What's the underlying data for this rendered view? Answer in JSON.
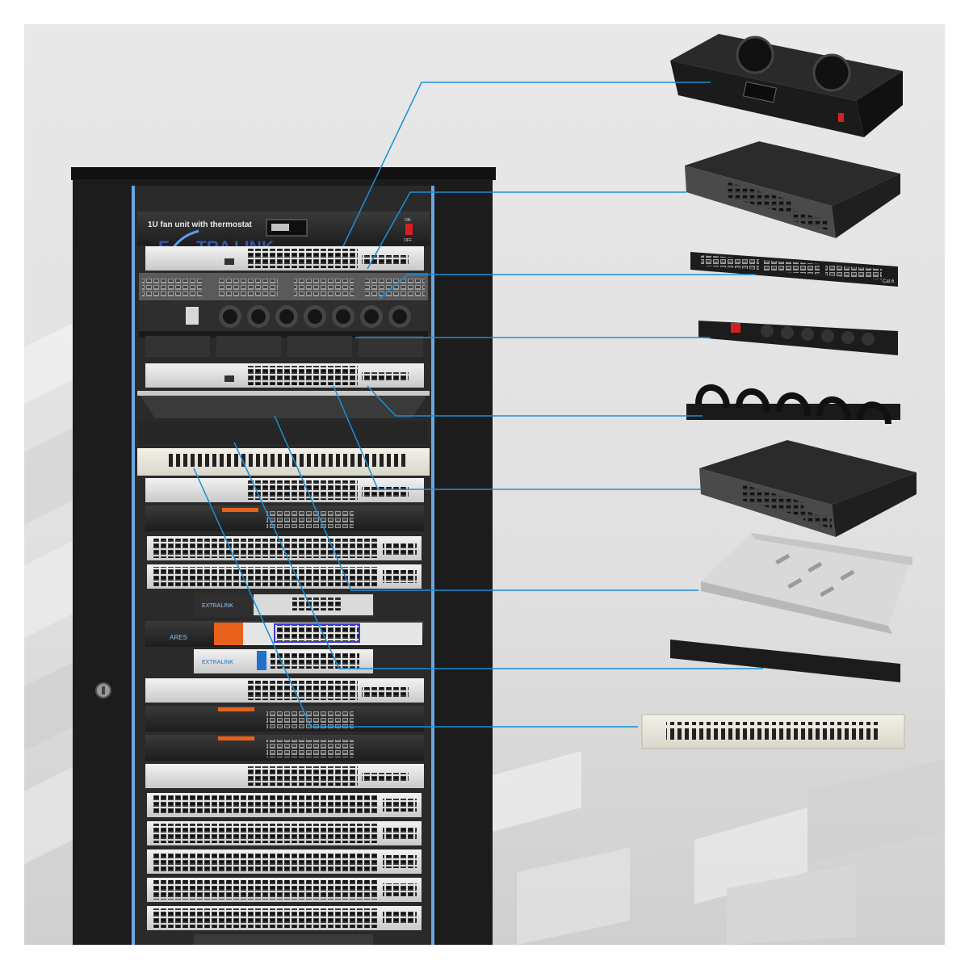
{
  "fan_unit": {
    "label": "1U fan unit with thermostat",
    "switch_on": "ON",
    "switch_off": "OFF"
  },
  "brand": {
    "name_a": "E",
    "name_b": "TRA",
    "name_c": "LINK"
  },
  "device_badges": {
    "extralink_a": "EXTRALINK",
    "extralink_b": "EXTRALINK",
    "ares": "ARES"
  },
  "accessory_labels": {
    "patch_panel_tag": "Cat.6"
  },
  "colors": {
    "background": "#e3e3e3",
    "cabinet": "#1c1c1c",
    "rail": "#6aa7e0",
    "callout_line": "#1a8fd6",
    "switch_silver": "#dcdcdc",
    "switch_dark": "#2b2b2b",
    "accent_orange": "#e7611d",
    "accent_blue": "#1e73c9"
  }
}
